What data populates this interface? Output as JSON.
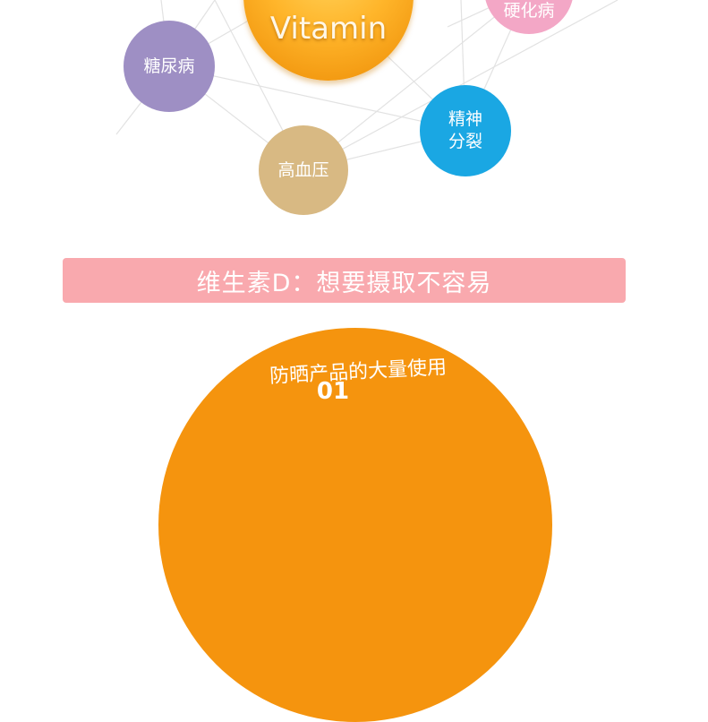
{
  "network": {
    "center_label": "Vitamin",
    "nodes": {
      "diabetes": "糖尿病",
      "sclerosis": "硬化病",
      "schizophrenia": "精神分裂",
      "hypertension": "高血压"
    }
  },
  "banner": {
    "title": "维生素D：想要摄取不容易"
  },
  "section": {
    "subtitle": "防晒产品的大量使用",
    "number": "01"
  },
  "colors": {
    "vitamin": "#f7a21a",
    "diabetes": "#9e8fc4",
    "sclerosis": "#f3a7c6",
    "schizophrenia": "#1aa7e3",
    "hypertension": "#d8b983",
    "banner": "#f9a9ae",
    "arc": "#f5940e"
  }
}
